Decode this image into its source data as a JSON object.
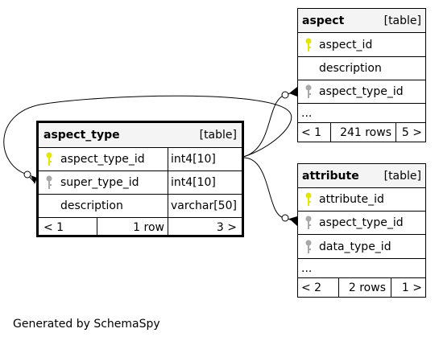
{
  "tables": {
    "aspect_type": {
      "name": "aspect_type",
      "kind": "[table]",
      "columns": [
        {
          "name": "aspect_type_id",
          "type": "int4[10]",
          "key": "primary"
        },
        {
          "name": "super_type_id",
          "type": "int4[10]",
          "key": "foreign"
        },
        {
          "name": "description",
          "type": "varchar[50]",
          "key": "none"
        }
      ],
      "footer": {
        "left": "< 1",
        "middle": "1 row",
        "right": "3 >"
      }
    },
    "aspect": {
      "name": "aspect",
      "kind": "[table]",
      "columns": [
        {
          "name": "aspect_id",
          "key": "primary"
        },
        {
          "name": "description",
          "key": "none"
        },
        {
          "name": "aspect_type_id",
          "key": "foreign"
        }
      ],
      "more": "...",
      "footer": {
        "left": "< 1",
        "middle": "241 rows",
        "right": "5 >"
      }
    },
    "attribute": {
      "name": "attribute",
      "kind": "[table]",
      "columns": [
        {
          "name": "attribute_id",
          "key": "primary"
        },
        {
          "name": "aspect_type_id",
          "key": "foreign"
        },
        {
          "name": "data_type_id",
          "key": "foreign"
        }
      ],
      "more": "...",
      "footer": {
        "left": "< 2",
        "middle": "2 rows",
        "right": "1 >"
      }
    }
  },
  "colors": {
    "primary_key": "#e5e500",
    "foreign_key": "#a8a8a8",
    "header_bg": "#f4f4f4"
  },
  "generated_by": "Generated by SchemaSpy"
}
